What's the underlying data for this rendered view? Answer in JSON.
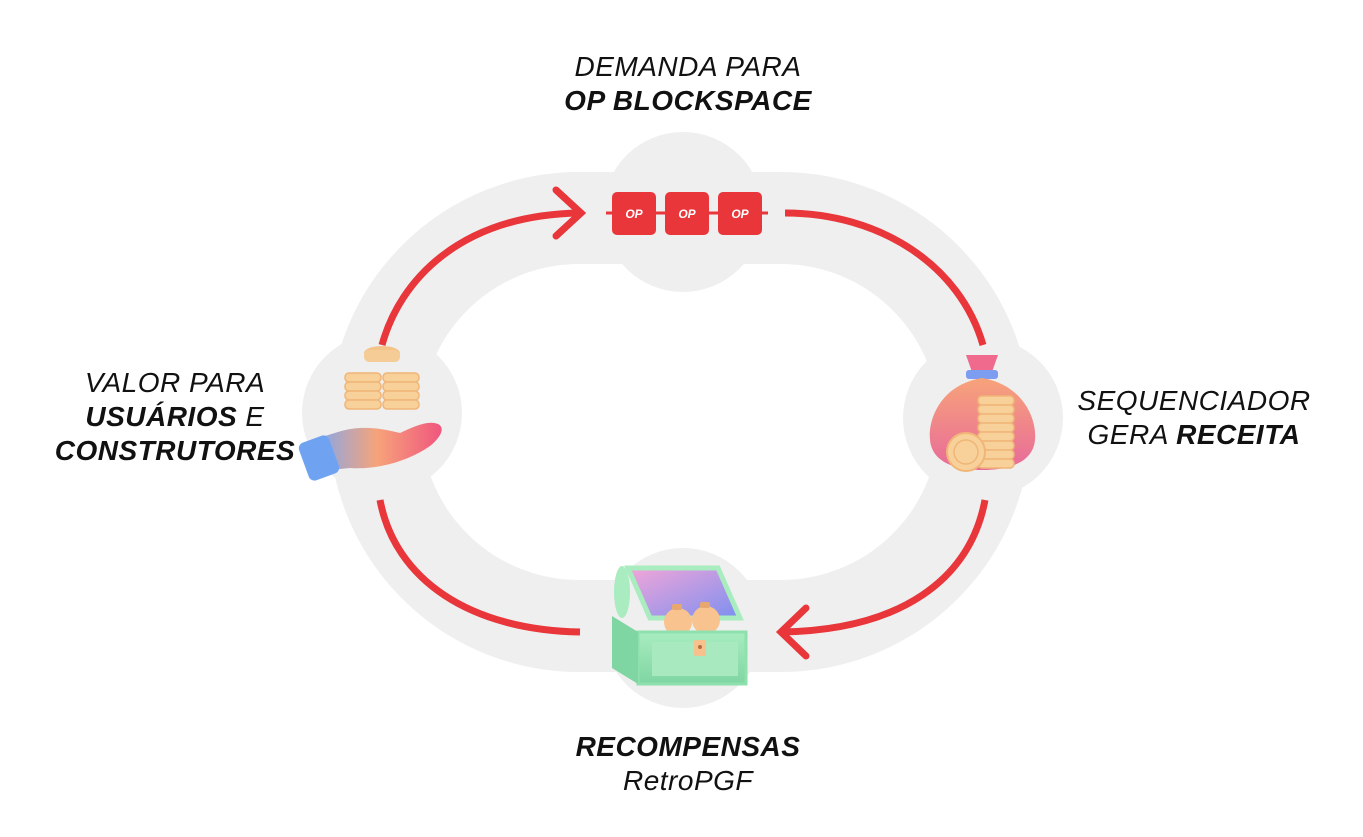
{
  "nodes": {
    "top": {
      "line1": "DEMANDA PARA",
      "line2": "OP BLOCKSPACE"
    },
    "left": {
      "line1": "VALOR PARA",
      "line2_bold": "USUÁRIOS",
      "line2_rest": " E",
      "line3": "CONSTRUTORES"
    },
    "right": {
      "line1": "SEQUENCIADOR",
      "line2_plain": "GERA ",
      "line2_bold": "RECEITA"
    },
    "bottom": {
      "line1": "RECOMPENSAS",
      "line2": "RetroPGF"
    }
  },
  "op_blocks": [
    "OP",
    "OP",
    "OP"
  ],
  "colors": {
    "arrow": "#e8363a",
    "ring": "#efefef",
    "op_block": "#e8363a"
  }
}
